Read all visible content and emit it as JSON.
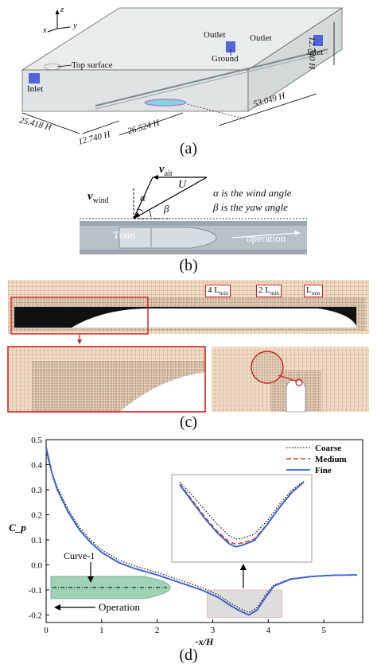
{
  "panel_a": {
    "caption": "(a)",
    "axis_z": "z",
    "axis_x": "x",
    "axis_y": "y",
    "label_top_surface": "Top surface",
    "label_inlet_left": "Inlet",
    "label_outlet_1": "Outlet",
    "label_outlet_2": "Outlet",
    "label_ground": "Ground",
    "label_inlet_right": "Inlet",
    "dim_height": "12.740 H",
    "dim_length": "53.049 H",
    "dim_width": "25.418 H",
    "dim_offset_a": "12.740 H",
    "dim_offset_b": "26.524 H"
  },
  "panel_b": {
    "caption": "(b)",
    "v_air": "v",
    "v_air_sub": "air",
    "U": "U",
    "v_wind": "v",
    "v_wind_sub": "wind",
    "alpha": "α",
    "beta": "β",
    "alpha_desc": "α is the wind angle",
    "beta_desc": "β is the yaw angle",
    "train": "Train",
    "operation": "operation"
  },
  "panel_c": {
    "caption": "(c)",
    "label_4l": "4 L",
    "label_2l": "2 L",
    "label_l": "L",
    "sub_min": "min"
  },
  "panel_d": {
    "caption": "(d)",
    "inset_curve": "Curve-1",
    "inset_operation": "Operation"
  },
  "colors": {
    "coarse": "#222222",
    "medium": "#d93a3a",
    "fine": "#2f5fd6",
    "mesh_bg": "#f3dcc4",
    "red_frame": "#cc2222"
  },
  "chart_data": {
    "type": "line",
    "xlabel": "-x/H",
    "ylabel": "C_p",
    "xlim": [
      0,
      5.7
    ],
    "ylim": [
      -0.23,
      0.5
    ],
    "xticks": [
      0,
      1,
      2,
      3,
      4,
      5
    ],
    "yticks": [
      0.5,
      0.4,
      0.3,
      0.2,
      0.1,
      0.0,
      -0.1,
      -0.2
    ],
    "ytick_labels": [
      "0.5",
      "0.4",
      "0.3",
      "0.2",
      "0.1",
      "0.0",
      "-0.1",
      "-0.2"
    ],
    "legend_position": "top-right",
    "series": [
      {
        "name": "Coarse",
        "style": "dotted",
        "x": [
          0,
          0.1,
          0.2,
          0.4,
          0.6,
          0.8,
          1.0,
          1.3,
          1.6,
          2.0,
          2.4,
          2.8,
          3.1,
          3.3,
          3.5,
          3.65,
          3.8,
          3.95,
          4.1,
          4.4,
          4.8,
          5.2,
          5.6
        ],
        "y": [
          0.45,
          0.37,
          0.31,
          0.22,
          0.15,
          0.1,
          0.06,
          0.02,
          -0.005,
          -0.03,
          -0.06,
          -0.09,
          -0.12,
          -0.15,
          -0.175,
          -0.19,
          -0.17,
          -0.12,
          -0.08,
          -0.055,
          -0.045,
          -0.04,
          -0.04
        ]
      },
      {
        "name": "Medium",
        "style": "dashed",
        "x": [
          0,
          0.1,
          0.2,
          0.4,
          0.6,
          0.8,
          1.0,
          1.3,
          1.6,
          2.0,
          2.4,
          2.8,
          3.1,
          3.3,
          3.5,
          3.65,
          3.8,
          3.95,
          4.1,
          4.4,
          4.8,
          5.2,
          5.6
        ],
        "y": [
          0.46,
          0.37,
          0.3,
          0.21,
          0.14,
          0.09,
          0.05,
          0.01,
          -0.015,
          -0.04,
          -0.07,
          -0.1,
          -0.13,
          -0.16,
          -0.185,
          -0.2,
          -0.18,
          -0.13,
          -0.085,
          -0.057,
          -0.046,
          -0.041,
          -0.04
        ]
      },
      {
        "name": "Fine",
        "style": "solid",
        "x": [
          0,
          0.1,
          0.2,
          0.4,
          0.6,
          0.8,
          1.0,
          1.3,
          1.6,
          2.0,
          2.4,
          2.8,
          3.1,
          3.3,
          3.5,
          3.65,
          3.8,
          3.95,
          4.1,
          4.4,
          4.8,
          5.2,
          5.6
        ],
        "y": [
          0.47,
          0.37,
          0.3,
          0.21,
          0.14,
          0.09,
          0.05,
          0.01,
          -0.015,
          -0.04,
          -0.07,
          -0.1,
          -0.13,
          -0.16,
          -0.185,
          -0.2,
          -0.18,
          -0.13,
          -0.085,
          -0.057,
          -0.046,
          -0.041,
          -0.04
        ]
      }
    ]
  }
}
